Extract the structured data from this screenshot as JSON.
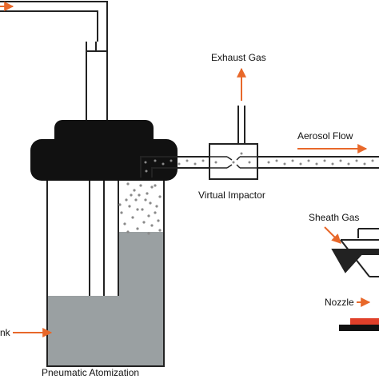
{
  "labels": {
    "exhaust_gas": "Exhaust Gas",
    "aerosol_flow": "Aerosol Flow",
    "virtual_impactor": "Virtual Impactor",
    "sheath_gas": "Sheath Gas",
    "nozzle": "Nozzle",
    "ink": "nk",
    "pneumatic_atomization": "Pneumatic Atomization"
  },
  "colors": {
    "arrow": "#e8682a",
    "cap": "#111111",
    "liquid": "#9aa0a2",
    "outline": "#222222",
    "particles": "#8a8a8a",
    "substrate_red": "#e0402a"
  }
}
